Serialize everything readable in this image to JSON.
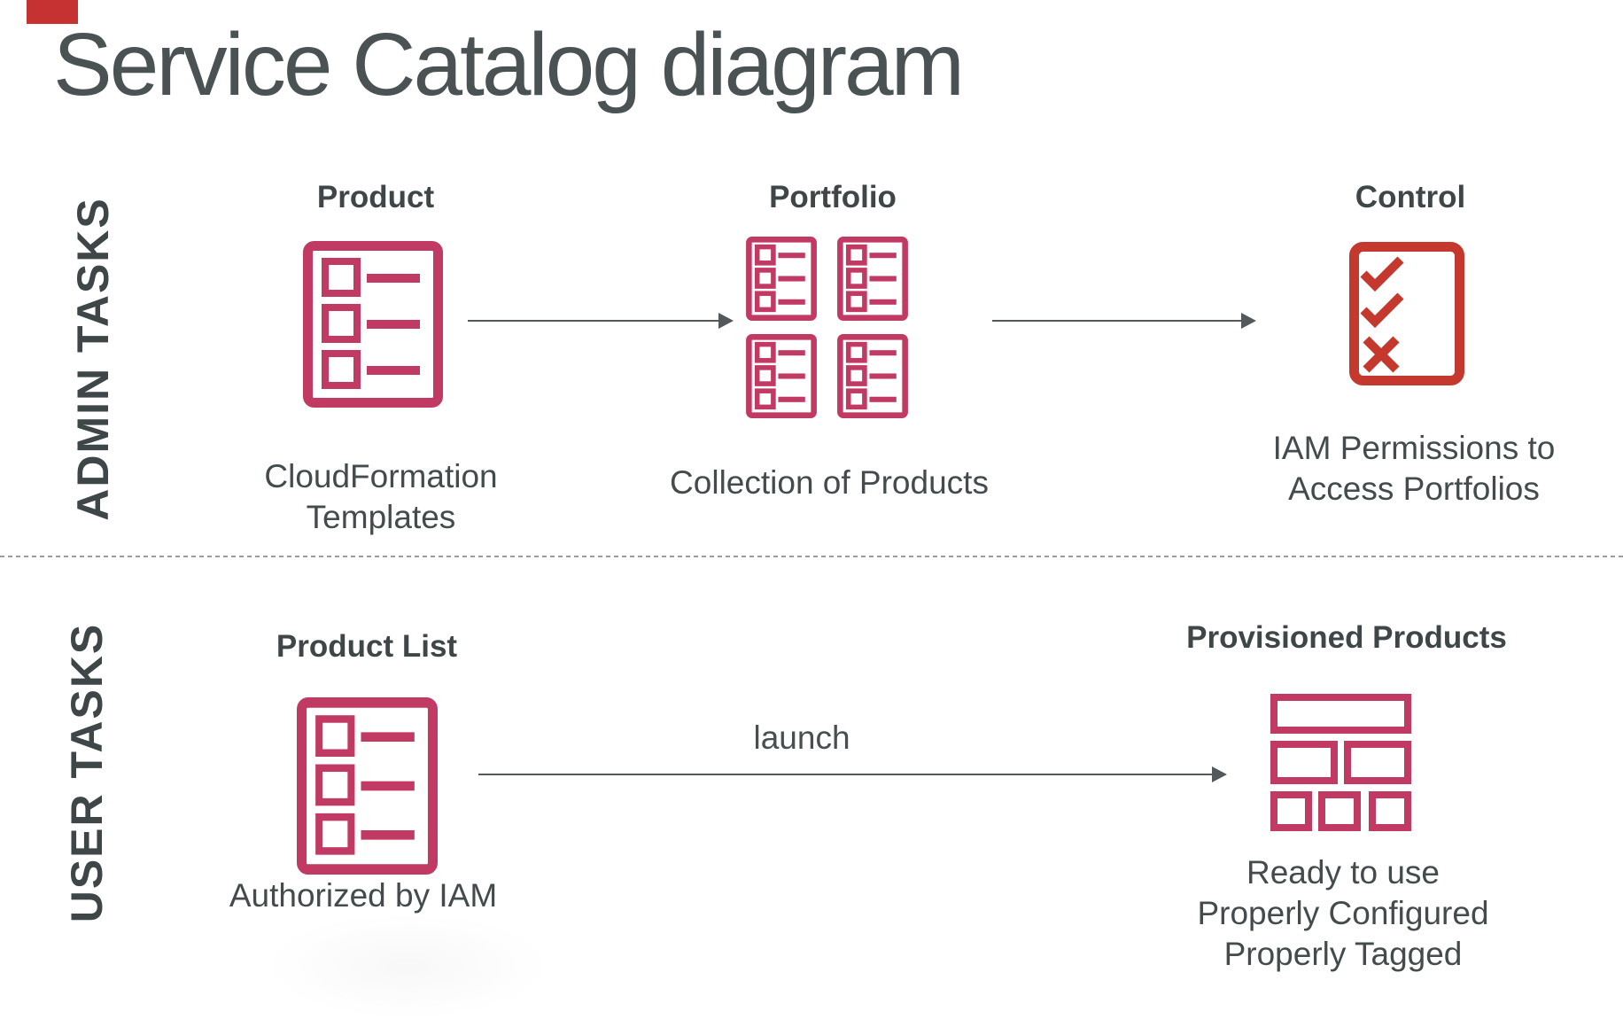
{
  "colors": {
    "icon_pink": "#c13a63",
    "icon_red": "#c5382e",
    "accent_red": "#c63231",
    "heading_text": "#3e4648",
    "body_text": "#434b4d",
    "arrow_gray": "#53585a",
    "divider_gray": "#9b9b9b"
  },
  "title": "Service Catalog diagram",
  "admin_row": {
    "label": "ADMIN TASKS",
    "product": {
      "heading": "Product",
      "icon": "list-document-icon",
      "caption_line1": "CloudFormation",
      "caption_line2": "Templates"
    },
    "portfolio": {
      "heading": "Portfolio",
      "icon": "four-list-documents-icon",
      "caption": "Collection of Products"
    },
    "control": {
      "heading": "Control",
      "icon": "checklist-icon",
      "caption_line1": "IAM Permissions to",
      "caption_line2": "Access Portfolios"
    }
  },
  "user_row": {
    "label": "USER TASKS",
    "product_list": {
      "heading": "Product List",
      "icon": "list-document-icon",
      "caption": "Authorized by IAM"
    },
    "launch": {
      "arrow_label": "launch"
    },
    "provisioned": {
      "heading": "Provisioned Products",
      "icon": "bricks-icon",
      "caption_line1": "Ready to use",
      "caption_line2": "Properly Configured",
      "caption_line3": "Properly Tagged"
    }
  }
}
